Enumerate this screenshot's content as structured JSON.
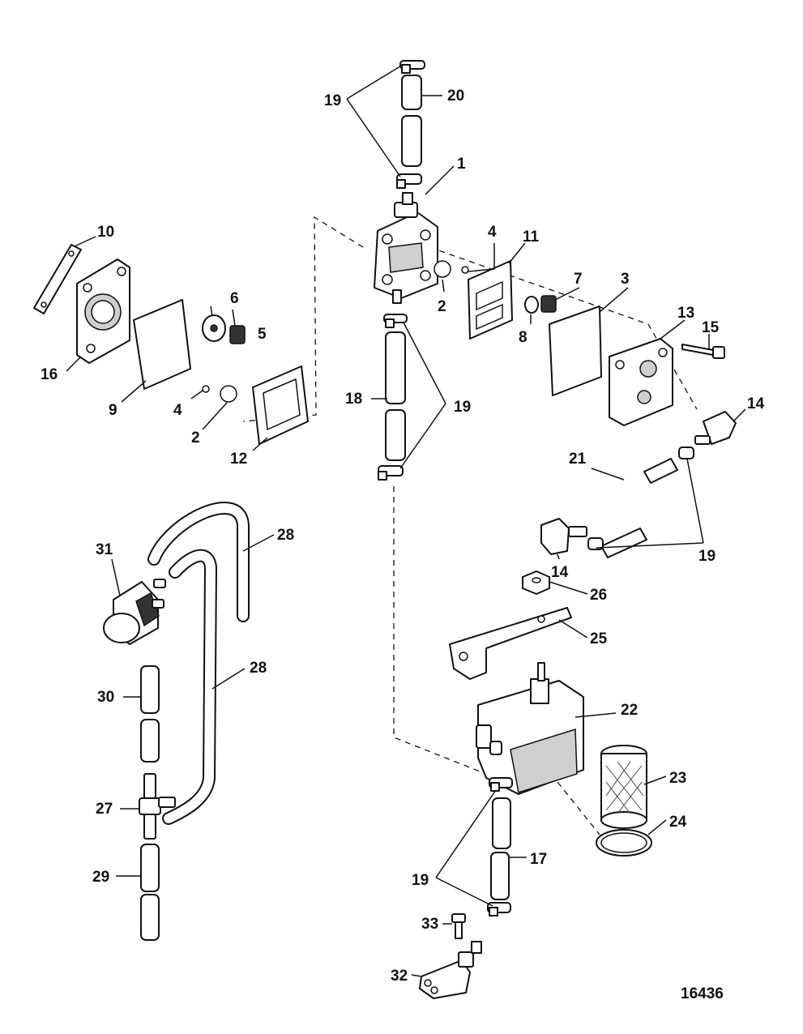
{
  "figure_number": "16436",
  "callouts": {
    "c1": "1",
    "c2a": "2",
    "c2b": "2",
    "c3": "3",
    "c4a": "4",
    "c4b": "4",
    "c5": "5",
    "c6": "6",
    "c7": "7",
    "c8": "8",
    "c9": "9",
    "c10": "10",
    "c11": "11",
    "c12": "12",
    "c13": "13",
    "c14a": "14",
    "c14b": "14",
    "c15": "15",
    "c16": "16",
    "c17": "17",
    "c18": "18",
    "c19a": "19",
    "c19b": "19",
    "c19c": "19",
    "c19d": "19",
    "c20": "20",
    "c21": "21",
    "c22": "22",
    "c23": "23",
    "c24": "24",
    "c25": "25",
    "c26": "26",
    "c27": "27",
    "c28a": "28",
    "c28b": "28",
    "c29": "29",
    "c30": "30",
    "c31": "31",
    "c32": "32",
    "c33": "33"
  }
}
